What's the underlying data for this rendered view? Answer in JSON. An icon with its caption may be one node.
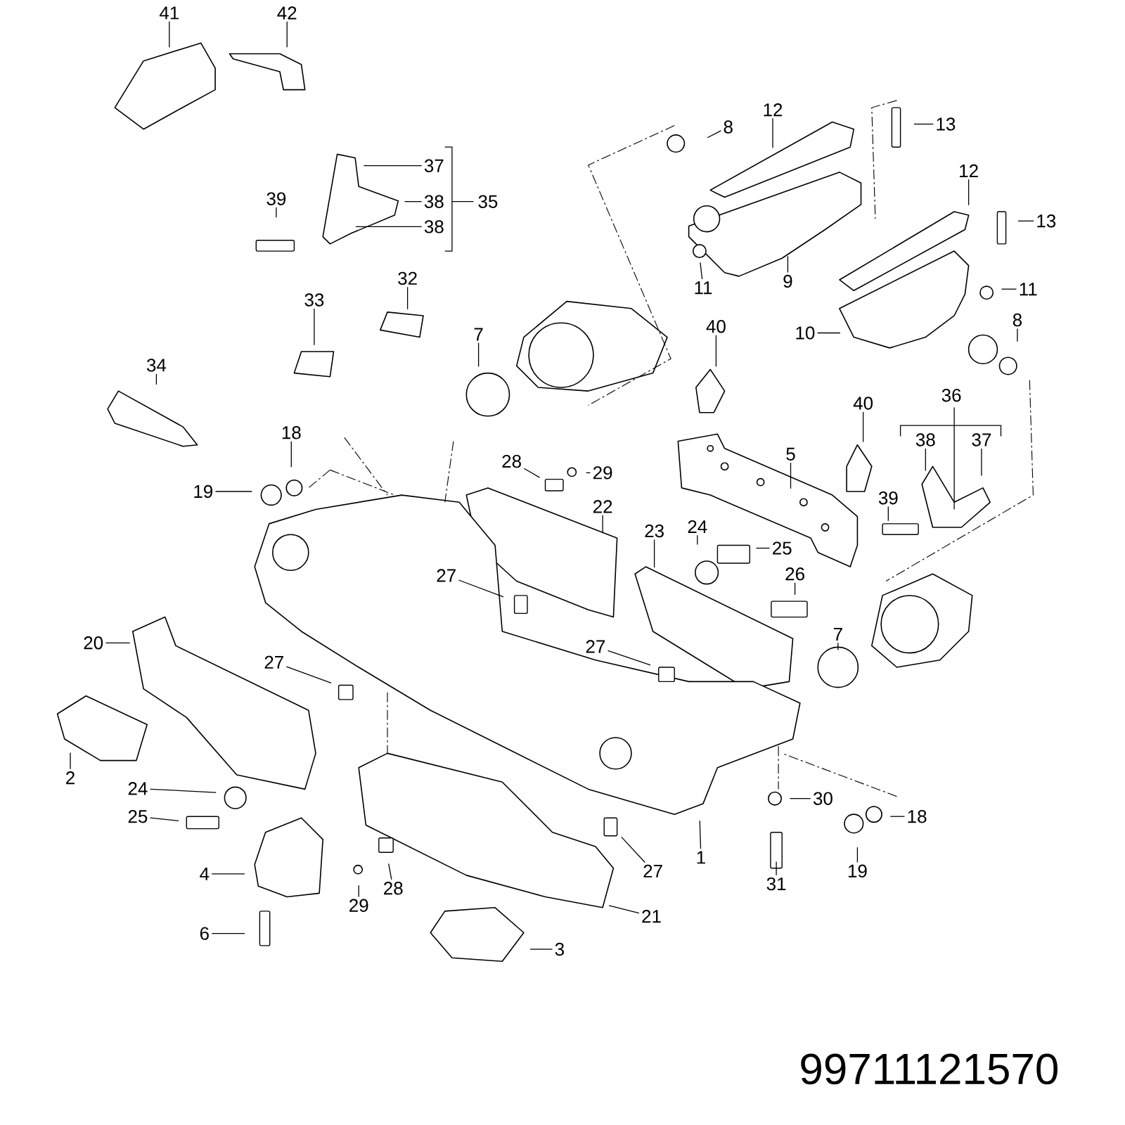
{
  "diagram": {
    "nodes": [
      {
        "text": [
          "41"
        ]
      },
      {
        "text": [
          "42"
        ]
      },
      {
        "text": [
          "8"
        ]
      },
      {
        "text": [
          "12"
        ]
      },
      {
        "text": [
          "13"
        ]
      },
      {
        "text": [
          "37"
        ]
      },
      {
        "text": [
          "38"
        ]
      },
      {
        "text": [
          "39"
        ]
      },
      {
        "text": [
          "38"
        ]
      },
      {
        "text": [
          "12"
        ]
      },
      {
        "text": [
          "13"
        ]
      },
      {
        "text": [
          "11"
        ]
      },
      {
        "text": [
          "9"
        ]
      },
      {
        "text": [
          "11"
        ]
      },
      {
        "text": [
          "33"
        ]
      },
      {
        "text": [
          "32"
        ]
      },
      {
        "text": [
          "7"
        ]
      },
      {
        "text": [
          "40"
        ]
      },
      {
        "text": [
          "10"
        ]
      },
      {
        "text": [
          "8"
        ]
      },
      {
        "text": [
          "34"
        ]
      },
      {
        "text": [
          "18"
        ]
      },
      {
        "text": [
          "40"
        ]
      },
      {
        "text": [
          "38"
        ]
      },
      {
        "text": [
          "37"
        ]
      },
      {
        "text": [
          "5"
        ]
      },
      {
        "text": [
          "28"
        ]
      },
      {
        "text": [
          "29"
        ]
      },
      {
        "text": [
          "19"
        ]
      },
      {
        "text": [
          "22"
        ]
      },
      {
        "text": [
          "23"
        ]
      },
      {
        "text": [
          "24"
        ]
      },
      {
        "text": [
          "25"
        ]
      },
      {
        "text": [
          "39"
        ]
      },
      {
        "text": [
          "26"
        ]
      },
      {
        "text": [
          "27"
        ]
      },
      {
        "text": [
          "20"
        ]
      },
      {
        "text": [
          "27"
        ]
      },
      {
        "text": [
          "7"
        ]
      },
      {
        "text": [
          "27"
        ]
      },
      {
        "text": [
          "2"
        ]
      },
      {
        "text": [
          "24"
        ]
      },
      {
        "text": [
          "30"
        ]
      },
      {
        "text": [
          "18"
        ]
      },
      {
        "text": [
          "25"
        ]
      },
      {
        "text": [
          "1"
        ]
      },
      {
        "text": [
          "27"
        ]
      },
      {
        "text": [
          "19"
        ]
      },
      {
        "text": [
          "4"
        ]
      },
      {
        "text": [
          "31"
        ]
      },
      {
        "text": [
          "28"
        ]
      },
      {
        "text": [
          "29"
        ]
      },
      {
        "text": [
          "21"
        ]
      },
      {
        "text": [
          "6"
        ]
      },
      {
        "text": [
          "3"
        ]
      }
    ],
    "edges": [
      {
        "from": 0,
        "to": null,
        "arrow": "none"
      },
      {
        "from": 1,
        "to": null,
        "arrow": "none"
      },
      {
        "from": 2,
        "to": null,
        "arrow": "none"
      },
      {
        "from": 3,
        "to": null,
        "arrow": "none"
      },
      {
        "from": 4,
        "to": null,
        "arrow": "none"
      },
      {
        "from": 5,
        "to": null,
        "arrow": "none"
      },
      {
        "from": 6,
        "to": null,
        "arrow": "none"
      },
      {
        "from": 7,
        "to": null,
        "arrow": "none"
      },
      {
        "from": 8,
        "to": null,
        "arrow": "none"
      },
      {
        "from": 9,
        "to": null,
        "arrow": "none"
      },
      {
        "from": 10,
        "to": null,
        "arrow": "none"
      },
      {
        "from": 11,
        "to": null,
        "arrow": "none"
      },
      {
        "from": 12,
        "to": null,
        "arrow": "none"
      },
      {
        "from": 13,
        "to": null,
        "arrow": "none"
      },
      {
        "from": 14,
        "to": null,
        "arrow": "none"
      },
      {
        "from": 15,
        "to": null,
        "arrow": "none"
      },
      {
        "from": 16,
        "to": null,
        "arrow": "none"
      },
      {
        "from": 17,
        "to": null,
        "arrow": "none"
      },
      {
        "from": 18,
        "to": null,
        "arrow": "none"
      },
      {
        "from": 19,
        "to": null,
        "arrow": "none"
      },
      {
        "from": 20,
        "to": null,
        "arrow": "none"
      },
      {
        "from": 21,
        "to": null,
        "arrow": "none"
      },
      {
        "from": 22,
        "to": null,
        "arrow": "none"
      },
      {
        "from": 23,
        "to": null,
        "arrow": "none"
      },
      {
        "from": 24,
        "to": null,
        "arrow": "none"
      },
      {
        "from": 25,
        "to": null,
        "arrow": "none"
      },
      {
        "from": 26,
        "to": null,
        "arrow": "none"
      },
      {
        "from": 27,
        "to": null,
        "arrow": "none"
      },
      {
        "from": 28,
        "to": null,
        "arrow": "none"
      },
      {
        "from": 29,
        "to": null,
        "arrow": "none"
      },
      {
        "from": 30,
        "to": null,
        "arrow": "none"
      },
      {
        "from": 31,
        "to": null,
        "arrow": "none"
      },
      {
        "from": 32,
        "to": null,
        "arrow": "none"
      },
      {
        "from": 33,
        "to": null,
        "arrow": "none"
      },
      {
        "from": 34,
        "to": null,
        "arrow": "none"
      },
      {
        "from": 35,
        "to": null,
        "arrow": "none"
      },
      {
        "from": 36,
        "to": null,
        "arrow": "none"
      },
      {
        "from": 37,
        "to": null,
        "arrow": "none"
      },
      {
        "from": 38,
        "to": null,
        "arrow": "none"
      },
      {
        "from": 39,
        "to": null,
        "arrow": "none"
      },
      {
        "from": 40,
        "to": null,
        "arrow": "none"
      },
      {
        "from": 41,
        "to": null,
        "arrow": "none"
      },
      {
        "from": 42,
        "to": null,
        "arrow": "none"
      },
      {
        "from": 43,
        "to": null,
        "arrow": "none"
      },
      {
        "from": 44,
        "to": null,
        "arrow": "none"
      },
      {
        "from": 45,
        "to": null,
        "arrow": "none"
      },
      {
        "from": 46,
        "to": null,
        "arrow": "none"
      },
      {
        "from": 47,
        "to": null,
        "arrow": "none"
      },
      {
        "from": 48,
        "to": null,
        "arrow": "none"
      },
      {
        "from": 49,
        "to": null,
        "arrow": "none"
      },
      {
        "from": 50,
        "to": null,
        "arrow": "none"
      },
      {
        "from": 51,
        "to": null,
        "arrow": "none"
      },
      {
        "from": 52,
        "to": null,
        "arrow": "none"
      },
      {
        "from": 53,
        "to": null,
        "arrow": "none"
      },
      {
        "from": 54,
        "to": null,
        "arrow": "none"
      }
    ],
    "labels": [
      "35",
      "36",
      "99711121570"
    ]
  }
}
